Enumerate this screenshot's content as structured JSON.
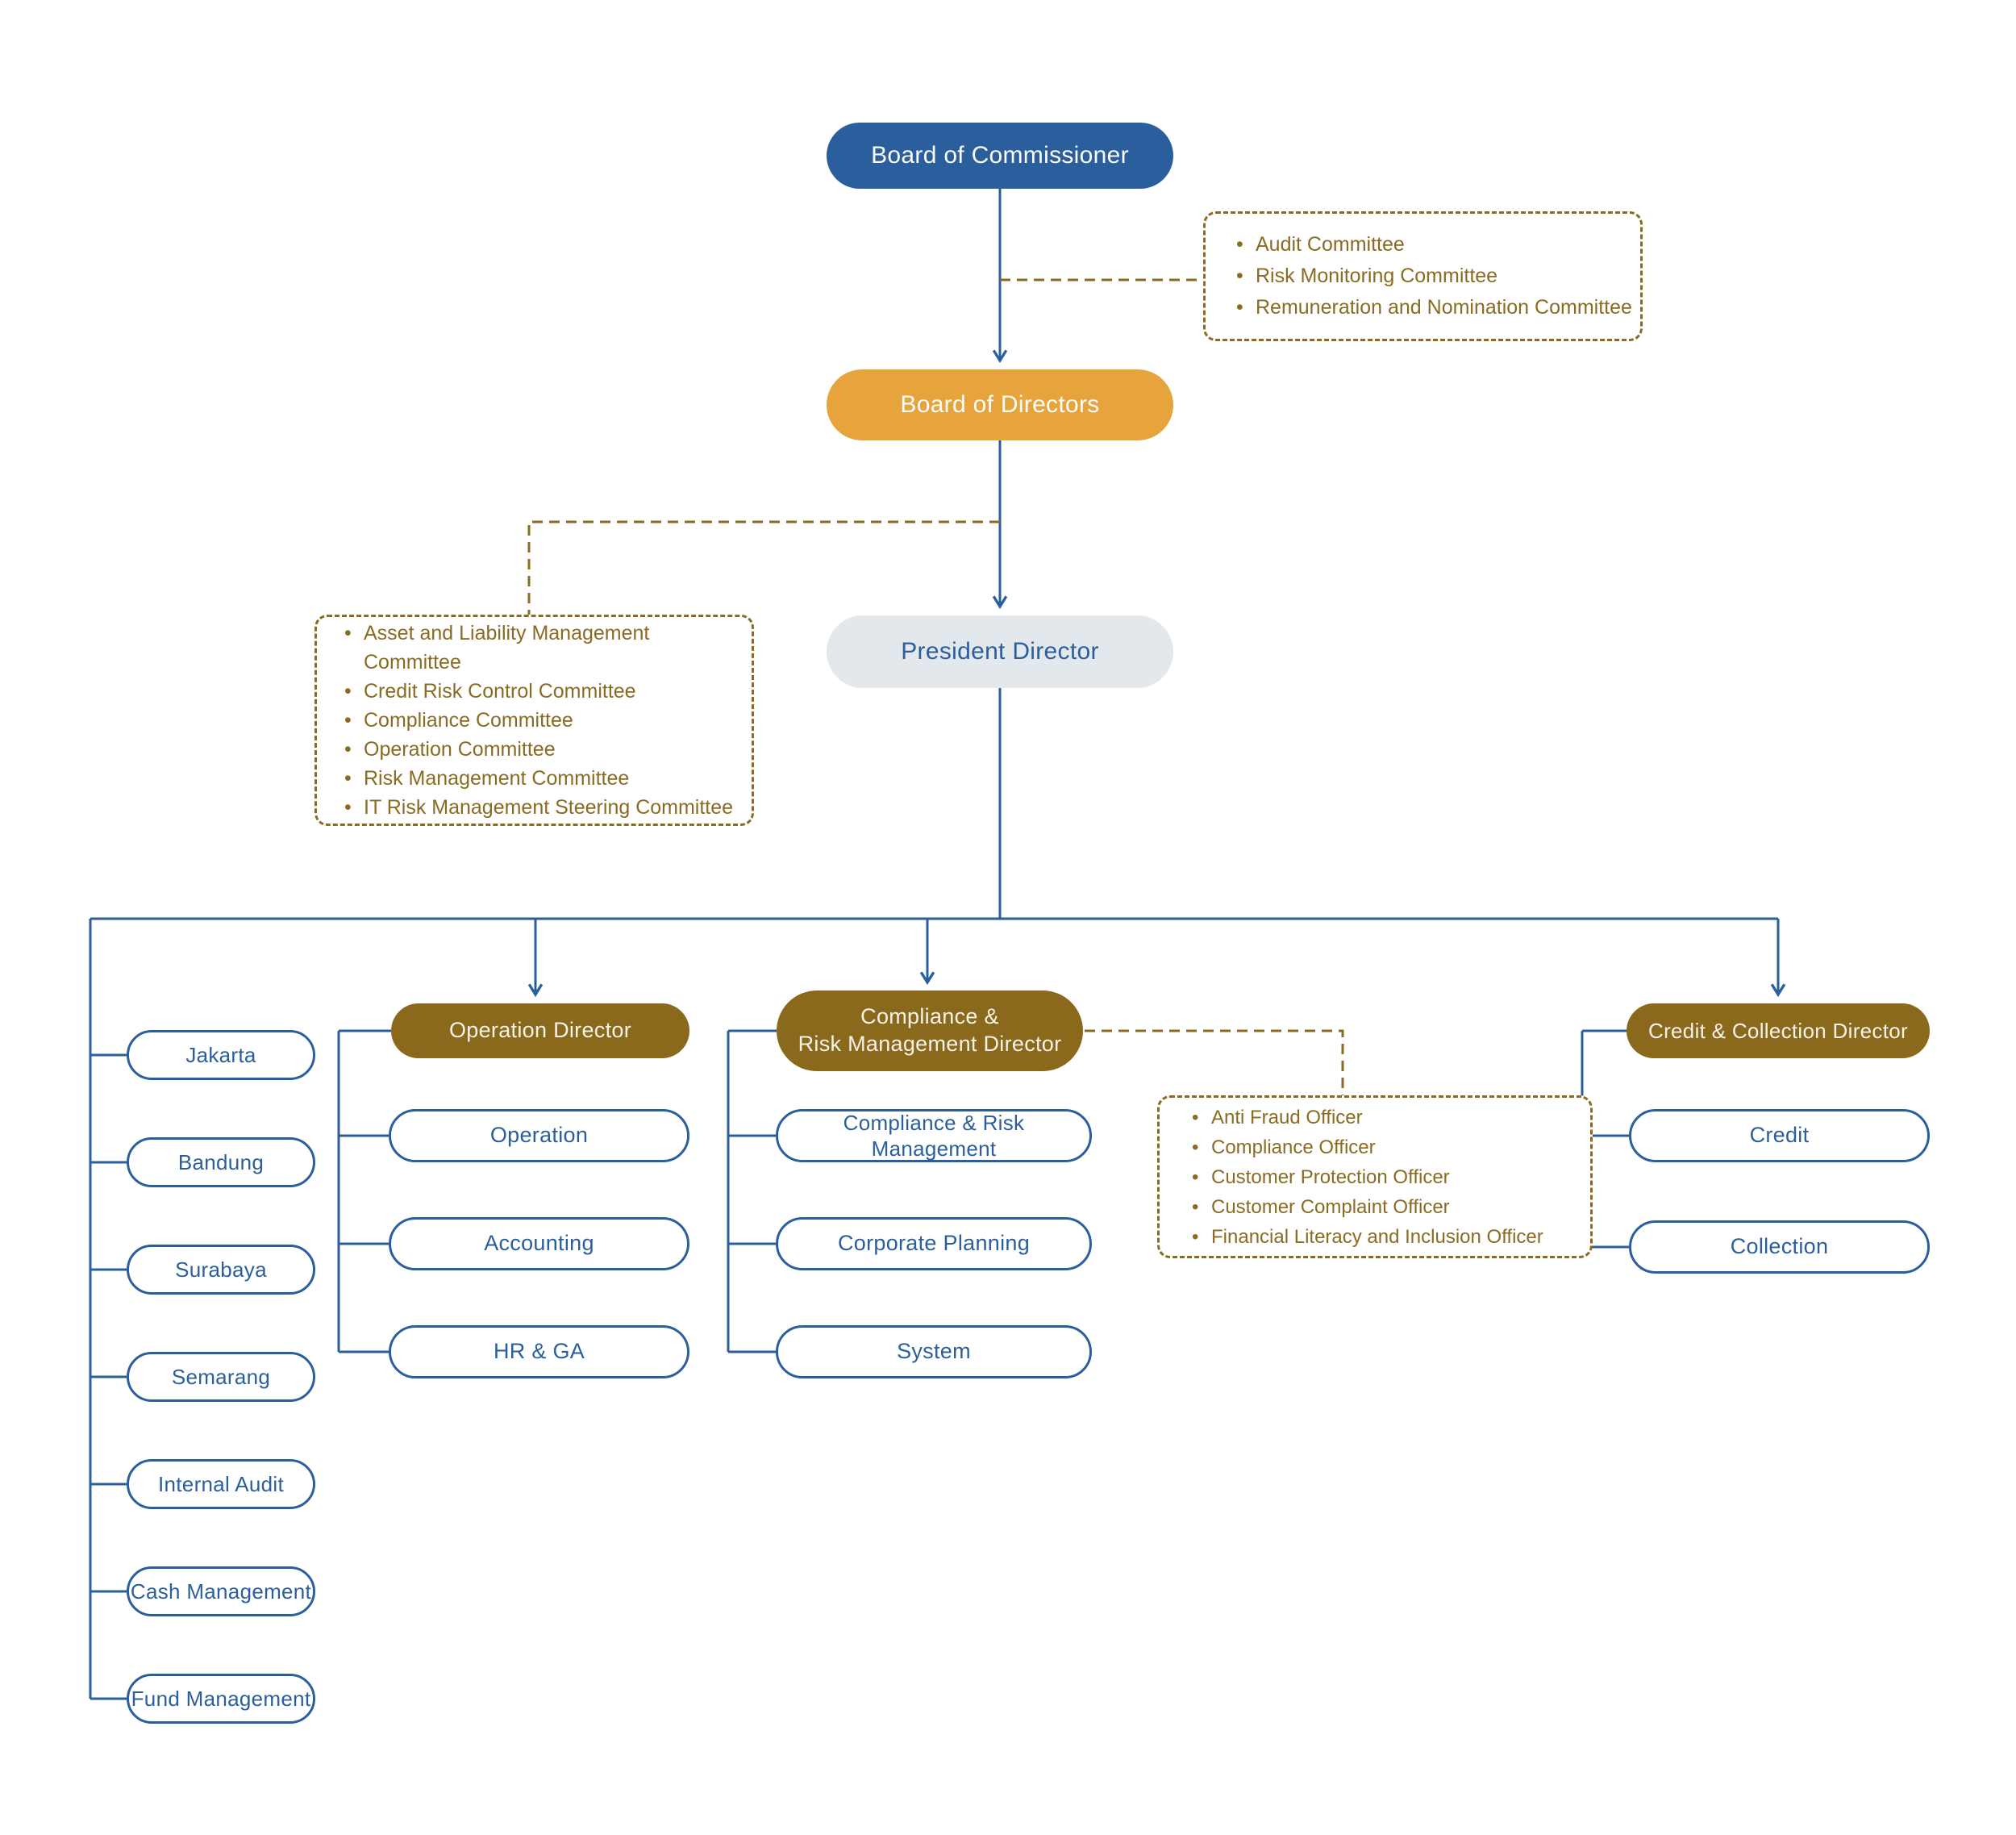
{
  "colors": {
    "blue": "#2B5E9C",
    "orange": "#E8A43C",
    "gold": "#8A691C",
    "gold_text": "#8A6B21",
    "gray_pill": "#E3E8EC",
    "background": "#FFFFFF"
  },
  "org": {
    "board_of_commissioner": "Board of Commissioner",
    "board_of_directors": "Board of Directors",
    "president_director": "President Director",
    "commissioner_committees": [
      "Audit Committee",
      "Risk Monitoring Committee",
      "Remuneration and Nomination Committee"
    ],
    "director_committees": [
      "Asset and Liability Management Committee",
      "Credit Risk Control Committee",
      "Compliance Committee",
      "Operation Committee",
      "Risk Management Committee",
      "IT Risk Management Steering Committee"
    ],
    "left_units": [
      "Jakarta",
      "Bandung",
      "Surabaya",
      "Semarang",
      "Internal Audit",
      "Cash Management",
      "Fund Management"
    ],
    "operation": {
      "director": "Operation Director",
      "units": [
        "Operation",
        "Accounting",
        "HR & GA"
      ]
    },
    "compliance": {
      "director_lines": [
        "Compliance &",
        "Risk Management Director"
      ],
      "units": [
        "Compliance & Risk Management",
        "Corporate Planning",
        "System"
      ],
      "officers": [
        "Anti Fraud Officer",
        "Compliance Officer",
        "Customer Protection Officer",
        "Customer Complaint Officer",
        "Financial Literacy and Inclusion Officer"
      ]
    },
    "credit": {
      "director": "Credit & Collection Director",
      "units": [
        "Credit",
        "Collection"
      ]
    }
  }
}
